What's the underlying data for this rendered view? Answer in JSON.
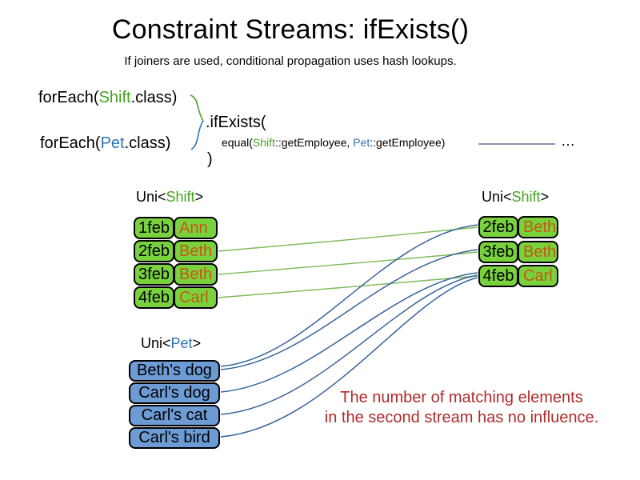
{
  "title": "Constraint Streams: ifExists()",
  "subtitle": "If joiners are used, conditional propagation uses hash lookups.",
  "code": {
    "foreach_shift": {
      "pre": "forEach(",
      "cls": "Shift",
      "post": ".class)"
    },
    "foreach_pet": {
      "pre": "forEach(",
      "cls": "Pet",
      "post": ".class)"
    },
    "if_exists": ".ifExists(",
    "equal": {
      "pre": "equal(",
      "shift": "Shift",
      "mid": "::getEmployee, ",
      "pet": "Pet",
      "post": "::getEmployee)"
    },
    "ellipsis": "…",
    "close": ")"
  },
  "tables": {
    "shift_left": {
      "label": {
        "pre": "Uni<",
        "type": "Shift",
        "post": ">"
      },
      "rows": [
        {
          "date": "1feb",
          "name": "Ann"
        },
        {
          "date": "2feb",
          "name": "Beth"
        },
        {
          "date": "3feb",
          "name": "Beth"
        },
        {
          "date": "4feb",
          "name": "Carl"
        }
      ]
    },
    "shift_right": {
      "label": {
        "pre": "Uni<",
        "type": "Shift",
        "post": ">"
      },
      "rows": [
        {
          "date": "2feb",
          "name": "Beth"
        },
        {
          "date": "3feb",
          "name": "Beth"
        },
        {
          "date": "4feb",
          "name": "Carl"
        }
      ]
    },
    "pet": {
      "label": {
        "pre": "Uni<",
        "type": "Pet",
        "post": ">"
      },
      "rows": [
        {
          "name": "Beth's dog"
        },
        {
          "name": "Carl's dog"
        },
        {
          "name": "Carl's cat"
        },
        {
          "name": "Carl's bird"
        }
      ]
    }
  },
  "note": {
    "line1": "The number of matching elements",
    "line2": "in the second stream has no influence."
  },
  "colors": {
    "shift-green-text": "#44a321",
    "pet-blue-text": "#2e74b5",
    "box-green": "#79d23d",
    "box-blue": "#6d9bd4",
    "name-orange": "#c45911",
    "line-green": "#7cb956",
    "line-blue": "#38639c",
    "line-purple": "#8064a2",
    "note-red": "#b02b2b"
  }
}
